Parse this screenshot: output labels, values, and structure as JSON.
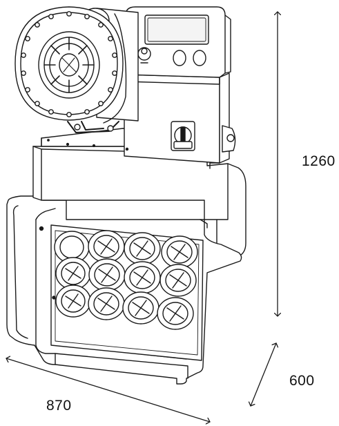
{
  "dimensions": {
    "height": "1260",
    "depth": "600",
    "width": "870"
  },
  "colors": {
    "line": "#1a1a1a",
    "fill": "#ffffff",
    "screen": "#f4f4f4"
  }
}
